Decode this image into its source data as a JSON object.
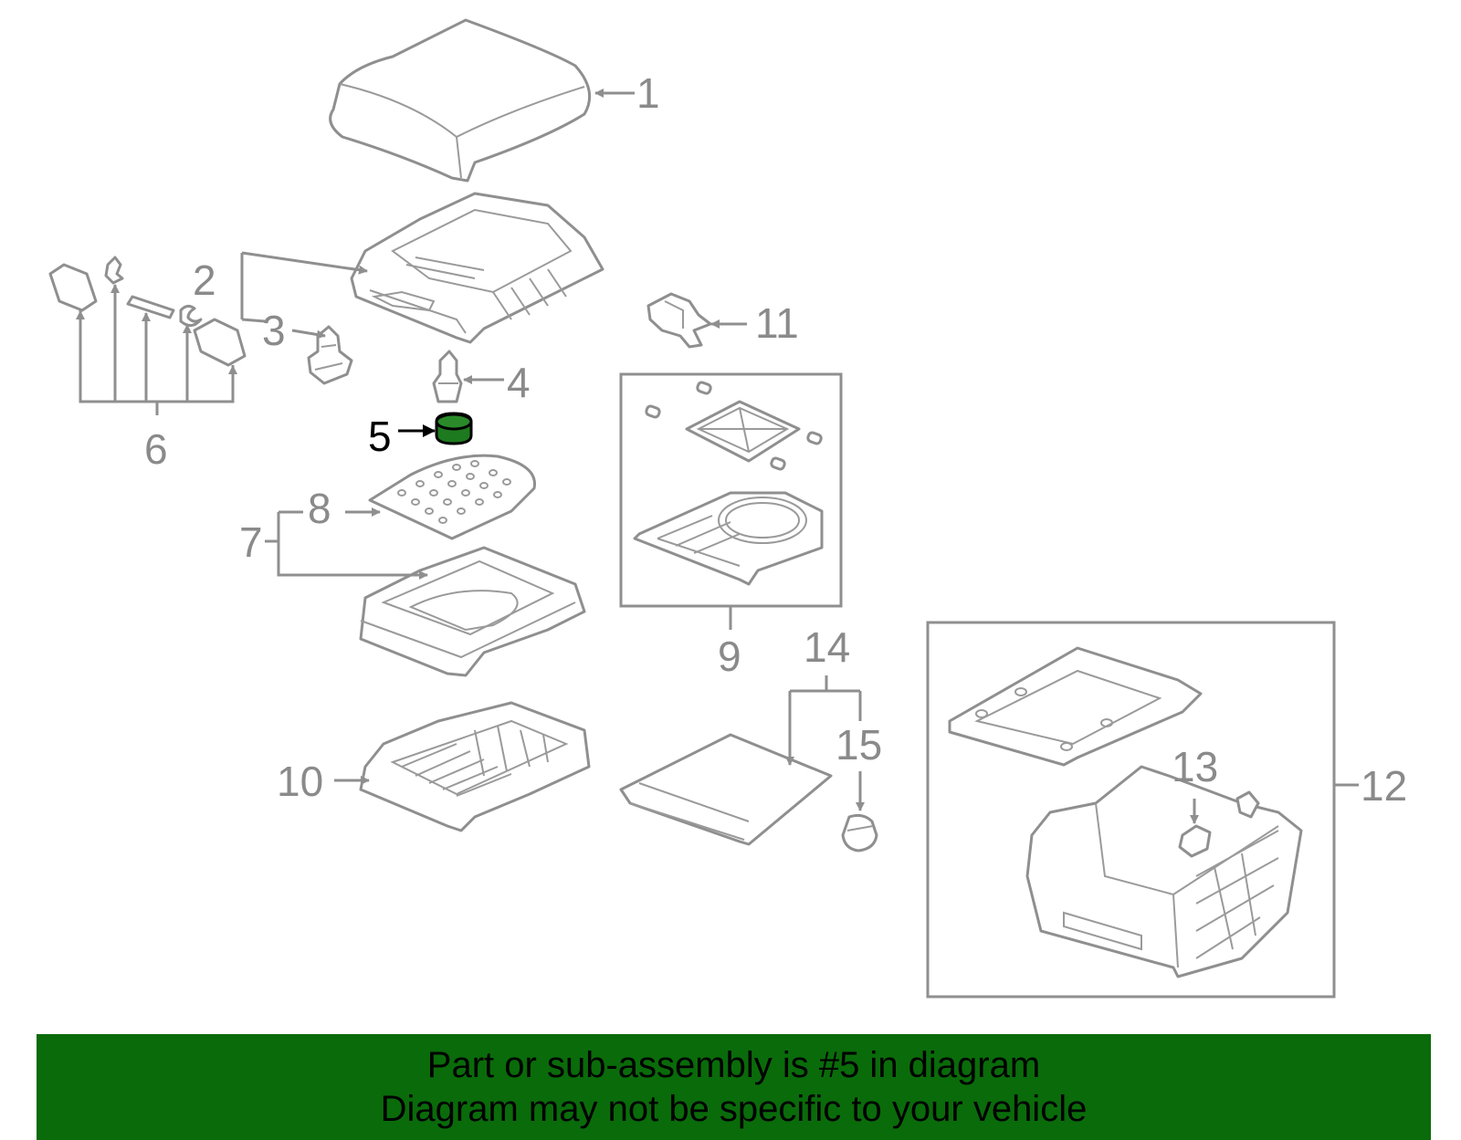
{
  "diagram": {
    "callouts": [
      {
        "id": "1",
        "label": "1"
      },
      {
        "id": "2",
        "label": "2"
      },
      {
        "id": "3",
        "label": "3"
      },
      {
        "id": "4",
        "label": "4"
      },
      {
        "id": "5",
        "label": "5",
        "highlighted": true
      },
      {
        "id": "6",
        "label": "6"
      },
      {
        "id": "7",
        "label": "7"
      },
      {
        "id": "8",
        "label": "8"
      },
      {
        "id": "9",
        "label": "9"
      },
      {
        "id": "10",
        "label": "10"
      },
      {
        "id": "11",
        "label": "11"
      },
      {
        "id": "12",
        "label": "12"
      },
      {
        "id": "13",
        "label": "13"
      },
      {
        "id": "14",
        "label": "14"
      },
      {
        "id": "15",
        "label": "15"
      }
    ],
    "highlight_color": "#1e7a1e",
    "line_color": "#8f8f8f"
  },
  "footer": {
    "line1": "Part or sub-assembly is #5 in diagram",
    "line2": "Diagram may not be specific to your vehicle",
    "background_color": "#0a6b0a"
  }
}
